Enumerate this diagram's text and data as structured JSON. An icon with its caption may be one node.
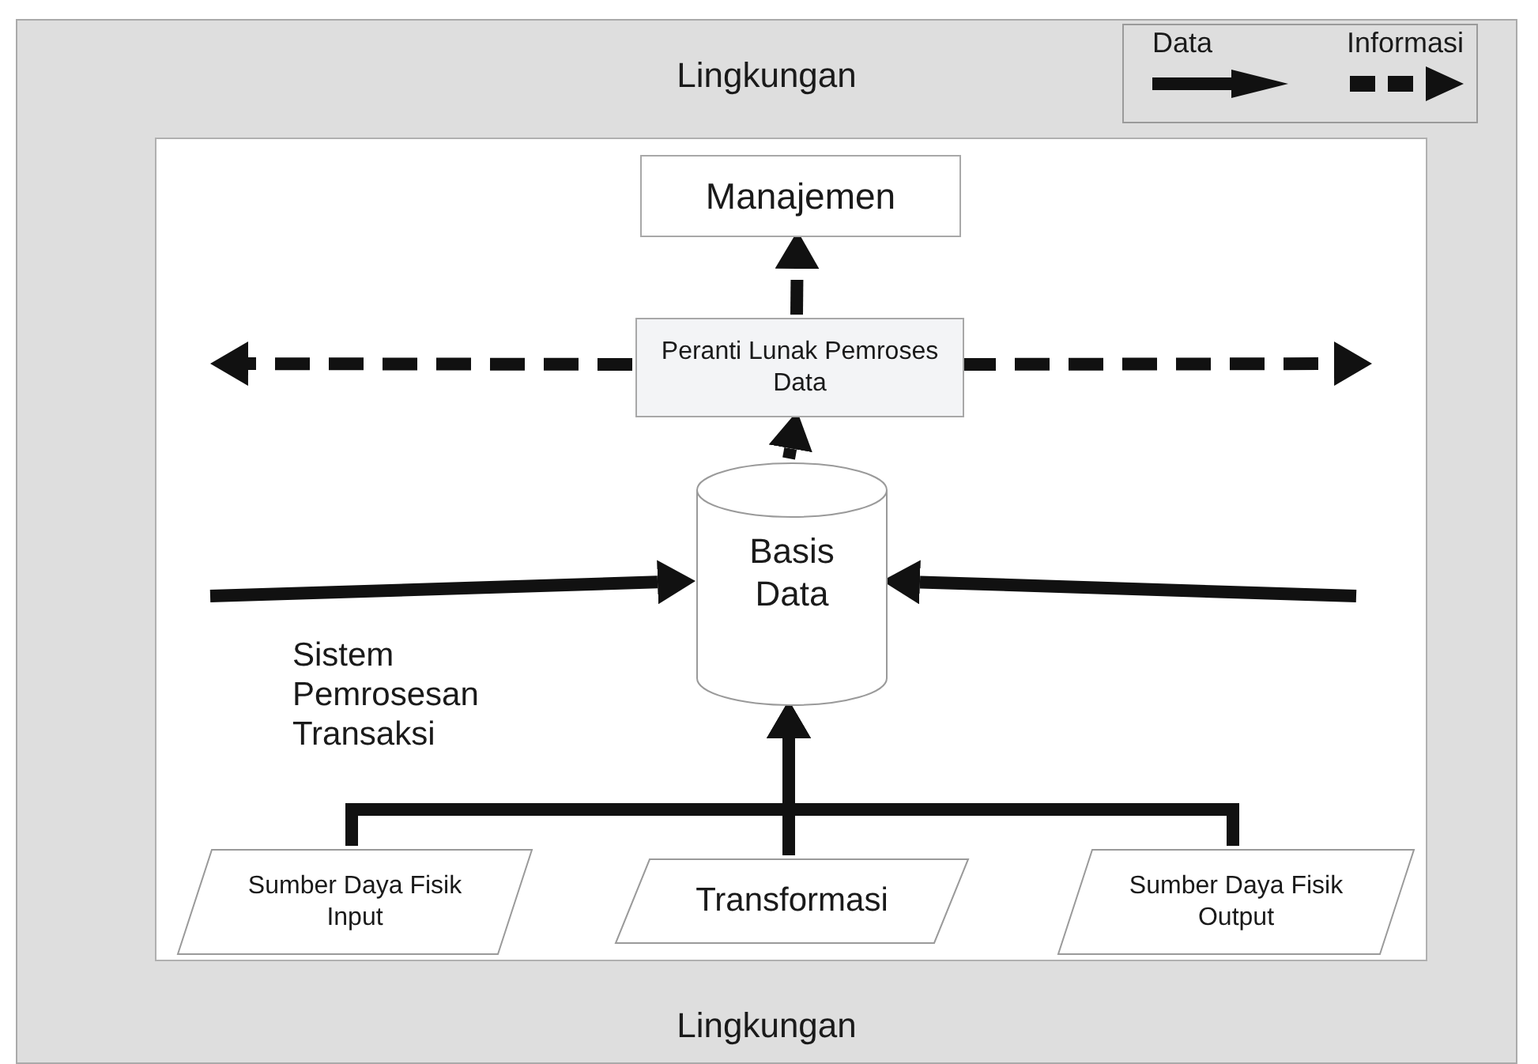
{
  "diagram": {
    "nodes": [
      {
        "text": [
          "Lingkungan",
          "Lingkungan"
        ]
      },
      {
        "text": [
          "Sistem Pemrosesan Transaksi"
        ],
        "in": 0
      },
      {
        "text": [
          "Manajemen"
        ],
        "in": 1
      },
      {
        "text": [
          "Peranti Lunak Pemroses Data"
        ],
        "in": 1
      },
      {
        "text": [
          "Basis Data"
        ],
        "in": 1
      },
      {
        "text": [
          "Sumber Daya Fisik Input"
        ],
        "in": 1
      },
      {
        "text": [
          "Transformasi"
        ],
        "in": 1
      },
      {
        "text": [
          "Sumber Daya Fisik Output"
        ],
        "in": 1
      }
    ],
    "edges": [
      {
        "from": 3,
        "to": 2,
        "arrow": "to",
        "style": "dashed"
      },
      {
        "from": 3,
        "to": null,
        "arrow": "to",
        "style": "dashed"
      },
      {
        "from": 3,
        "to": null,
        "arrow": "to",
        "style": "dashed"
      },
      {
        "from": 4,
        "to": 3,
        "arrow": "to"
      },
      {
        "from": null,
        "to": 4,
        "arrow": "to"
      },
      {
        "from": null,
        "to": 4,
        "arrow": "to"
      },
      {
        "from": 5,
        "to": 4,
        "arrow": "to"
      },
      {
        "from": 6,
        "to": 4,
        "arrow": "to"
      },
      {
        "from": 7,
        "to": 4,
        "arrow": "to"
      }
    ],
    "legend": [
      {
        "text": "Data"
      },
      {
        "text": "Informasi"
      }
    ]
  }
}
